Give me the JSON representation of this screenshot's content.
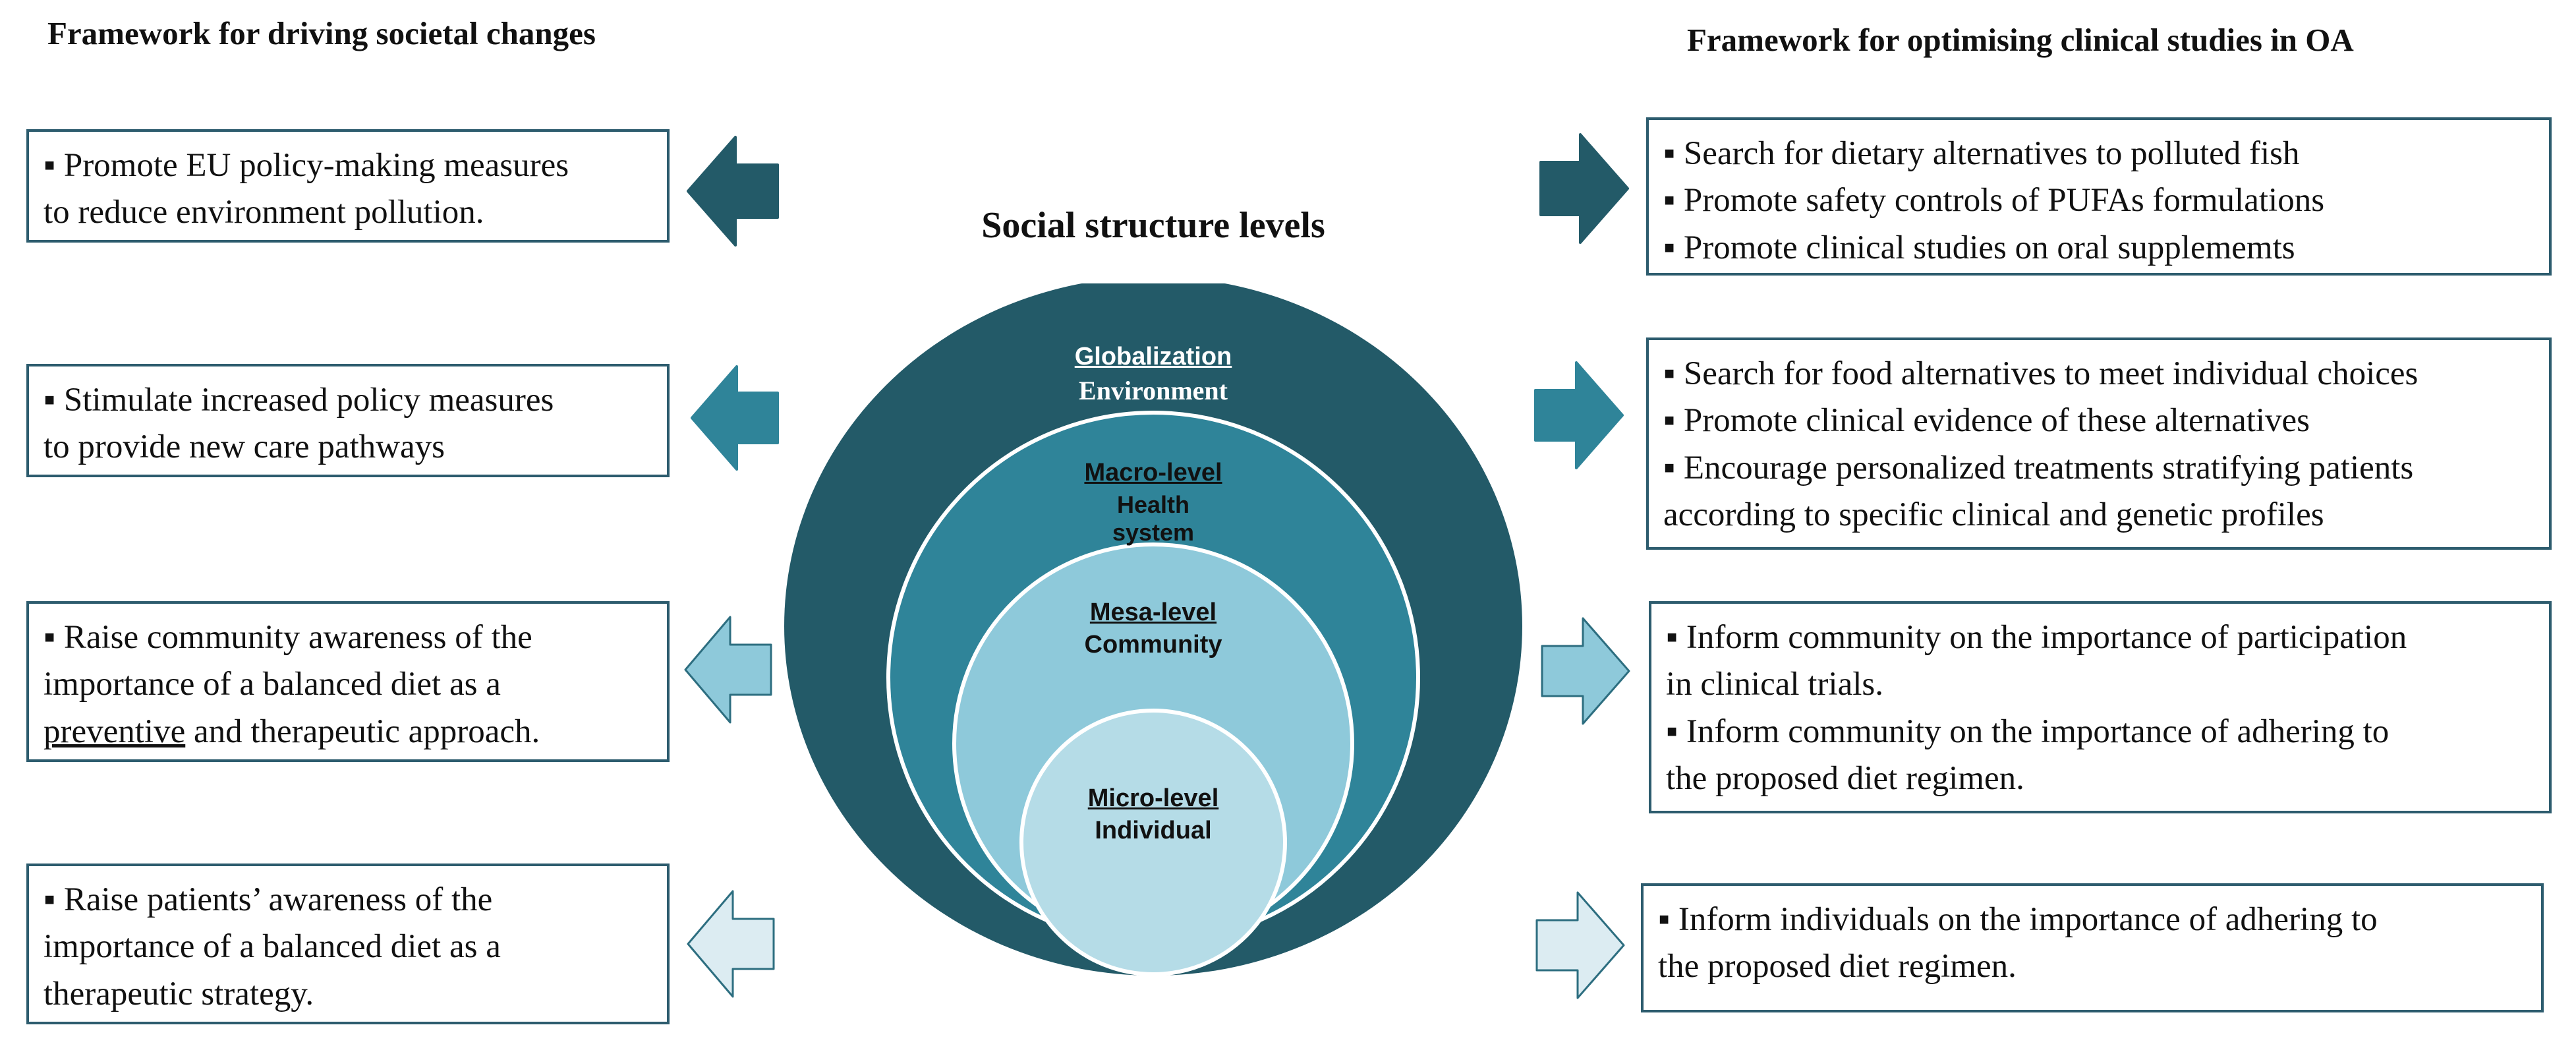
{
  "left_header": "Framework for driving societal changes",
  "right_header": "Framework for optimising clinical studies in OA",
  "center_title": "Social structure levels",
  "levels": {
    "globalization": {
      "title": "Globalization",
      "sub": "Environment"
    },
    "macro": {
      "title": "Macro-level",
      "sub1": "Health",
      "sub2": "system"
    },
    "mesa": {
      "title": "Mesa-level",
      "sub": "Community"
    },
    "micro": {
      "title": "Micro-level",
      "sub": "Individual"
    }
  },
  "left_boxes": [
    {
      "lines": [
        "▪ Promote EU policy-making measures",
        "to reduce environment pollution."
      ]
    },
    {
      "lines": [
        "▪ Stimulate increased policy measures",
        "to provide new care pathways"
      ]
    },
    {
      "lines": [
        "▪ Raise community awareness of the",
        "importance of a balanced diet as a"
      ],
      "last_u": "preventive",
      "last_rest": " and therapeutic approach."
    },
    {
      "lines": [
        "▪  Raise patients’ awareness of the",
        "importance of a balanced diet as a",
        "therapeutic strategy."
      ]
    }
  ],
  "right_boxes": [
    {
      "lines": [
        "▪ Search for dietary alternatives to polluted fish",
        "▪ Promote safety controls of PUFAs formulations",
        "▪ Promote clinical studies on oral supplememts"
      ]
    },
    {
      "lines": [
        "▪ Search for food alternatives to meet individual choices",
        "▪ Promote clinical evidence of these alternatives",
        "▪ Encourage personalized treatments stratifying patients",
        "according to specific clinical and genetic profiles"
      ]
    },
    {
      "lines": [
        "▪ Inform community on the importance of participation",
        "in clinical trials.",
        "▪ Inform community on the importance of adhering to",
        "the proposed diet regimen."
      ]
    },
    {
      "lines": [
        "▪ Inform individuals on the importance of adhering to",
        "the proposed diet regimen."
      ]
    }
  ],
  "colors": {
    "level1": "#235a68",
    "level2": "#2f8499",
    "level3": "#8ec9da",
    "level4": "#b5dce7",
    "arrow4": "#dcecf2",
    "border": "#2d5c6e"
  }
}
